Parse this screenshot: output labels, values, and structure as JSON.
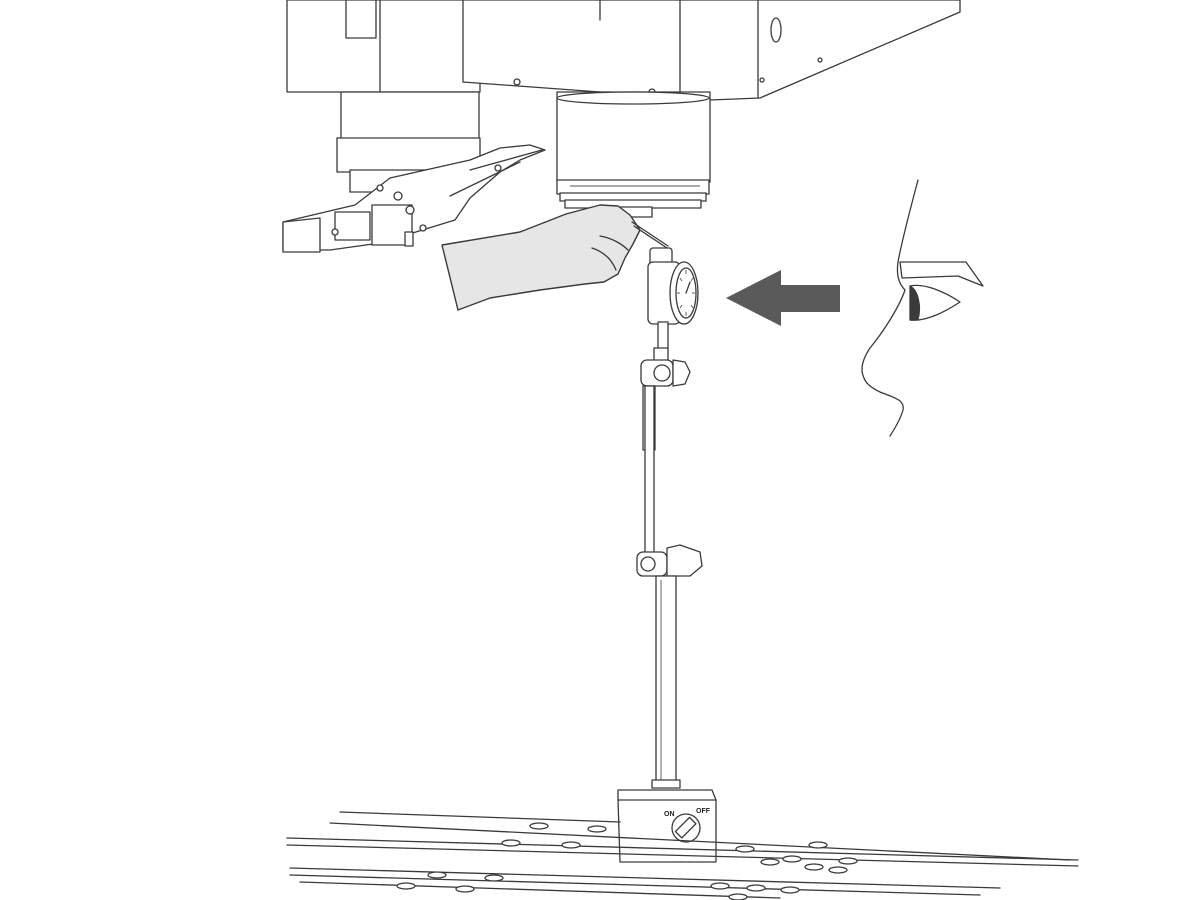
{
  "base_labels": {
    "on": "ON",
    "off": "OFF"
  },
  "icons": [
    "spindle-head",
    "tool-changer-arm",
    "hand",
    "dial-indicator",
    "eye-face",
    "left-arrow",
    "indicator-stand",
    "magnetic-base",
    "machine-table"
  ]
}
